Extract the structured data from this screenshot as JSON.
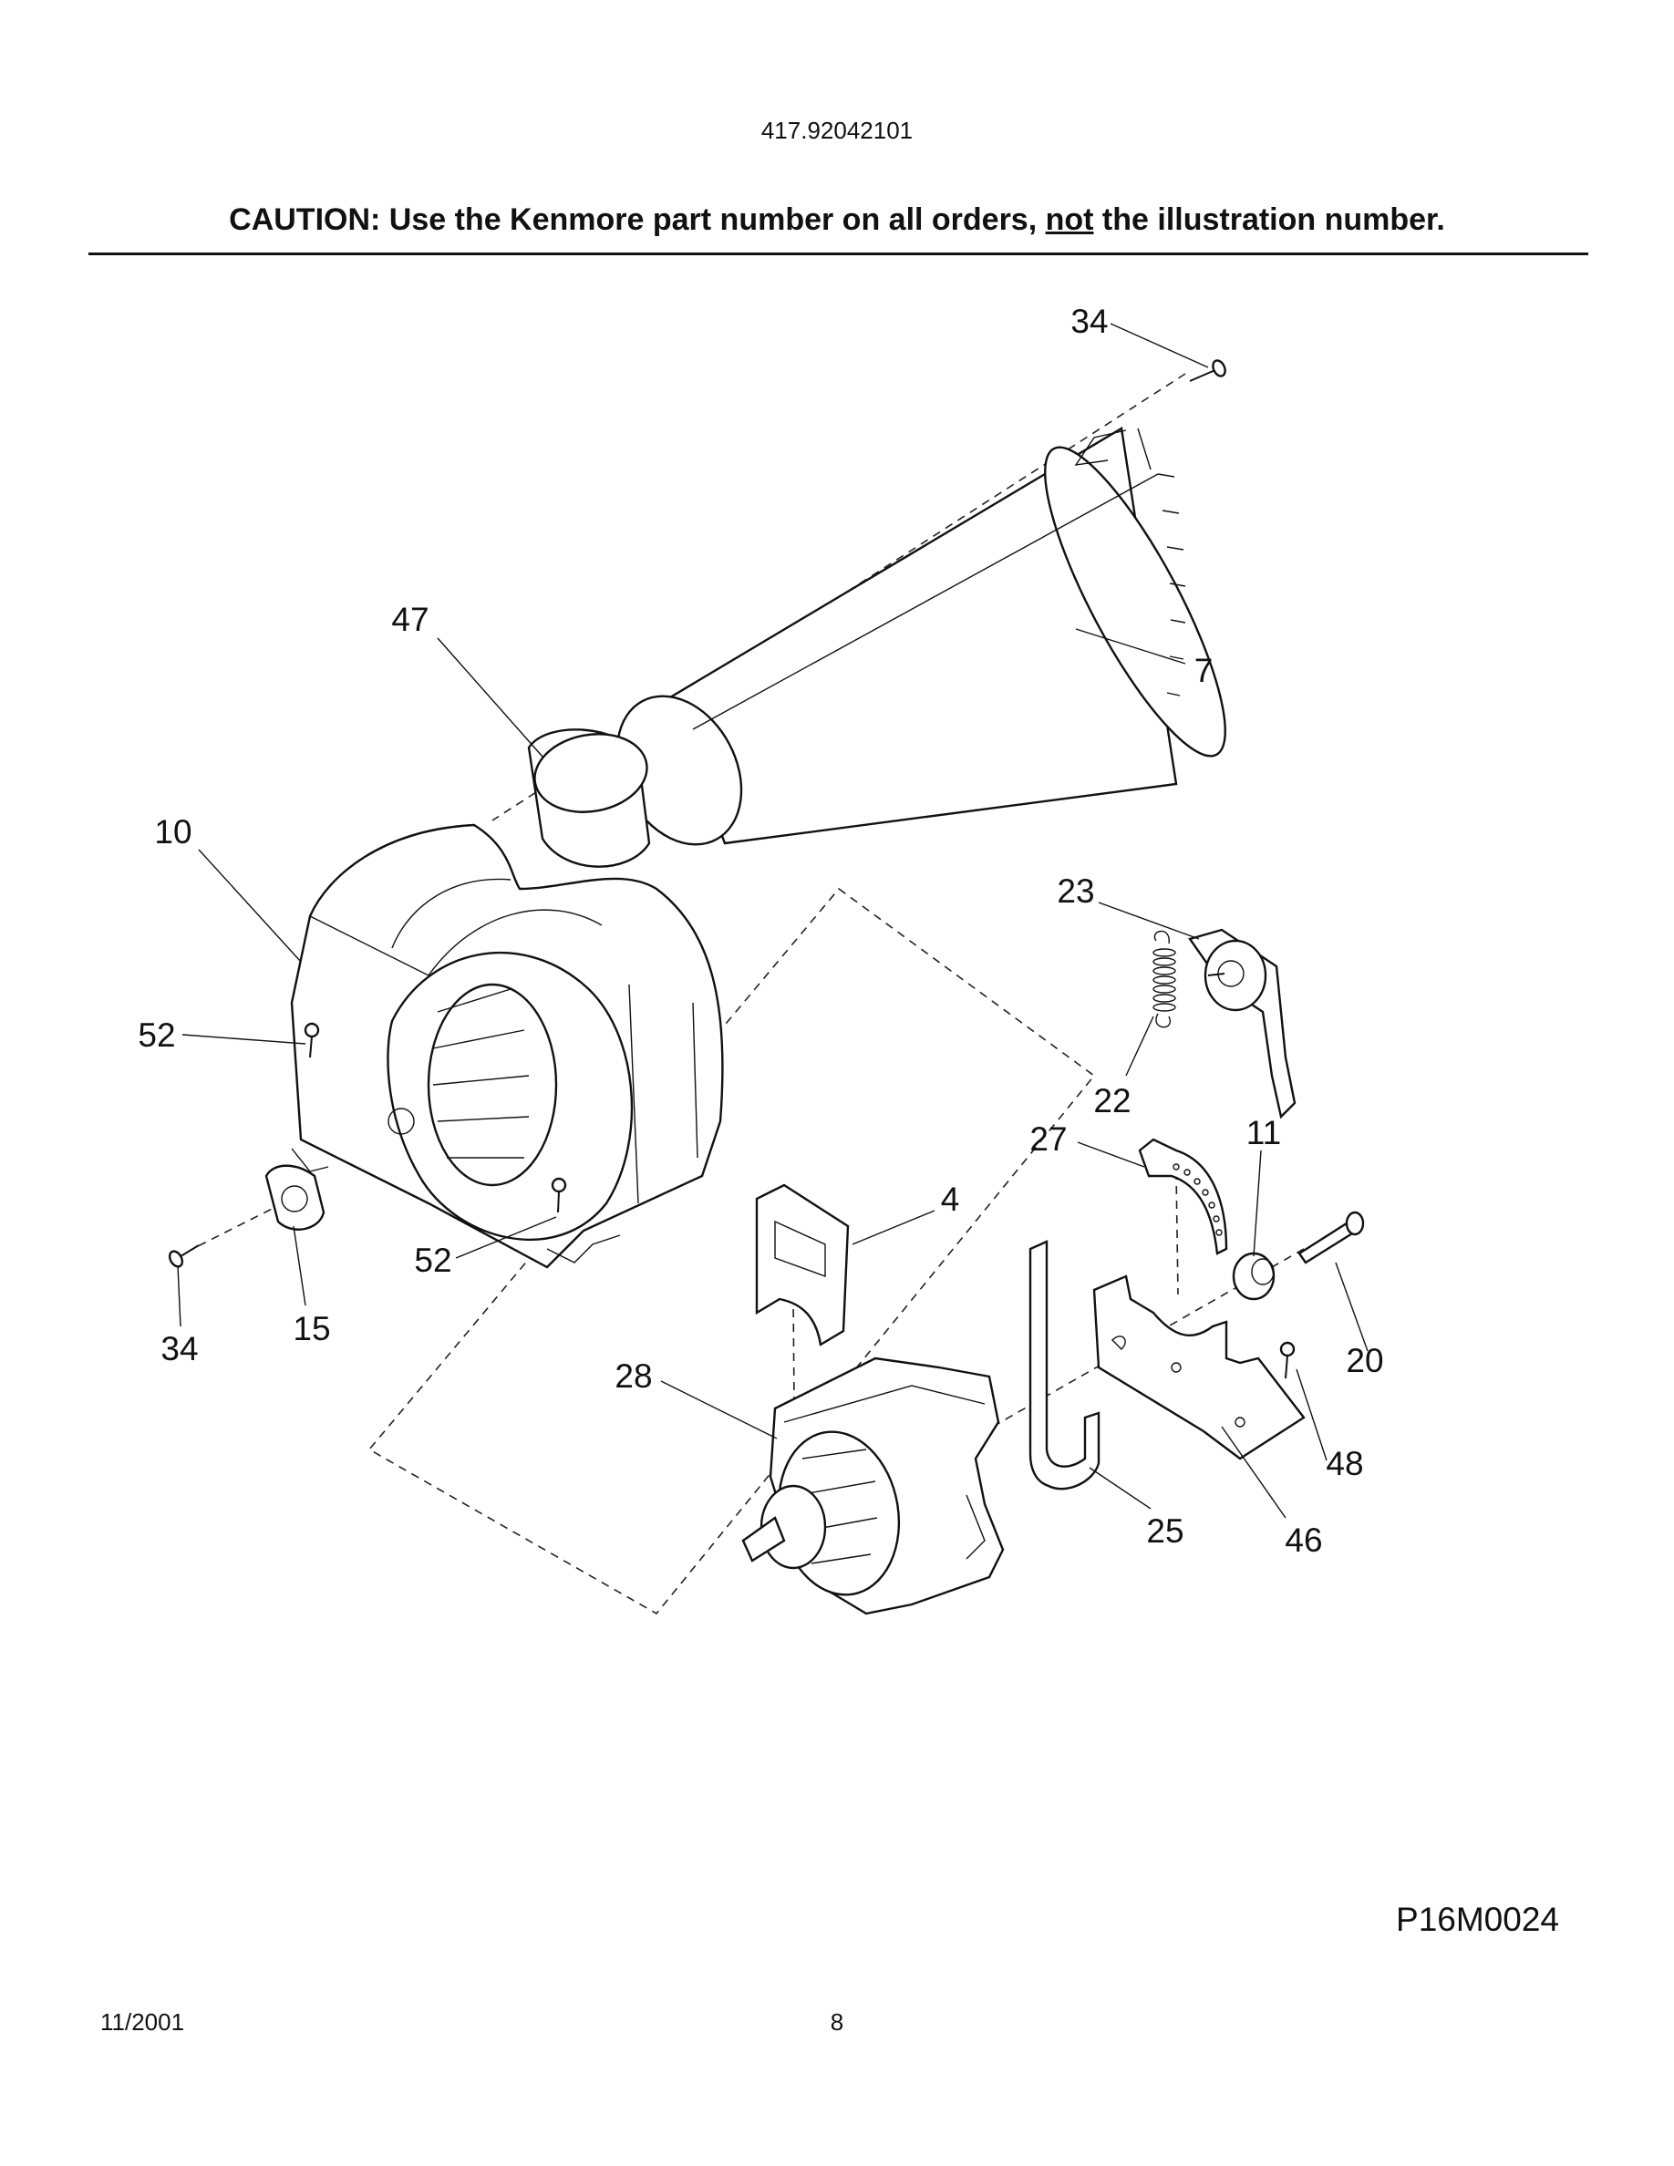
{
  "header": {
    "model_number": "417.92042101",
    "caution_prefix": "CAUTION: Use the Kenmore part number on all orders, ",
    "caution_emphasis": "not",
    "caution_suffix": " the illustration number."
  },
  "callouts": {
    "c34_top": "34",
    "c47": "47",
    "c7": "7",
    "c10": "10",
    "c23": "23",
    "c52_left": "52",
    "c22": "22",
    "c27": "27",
    "c11": "11",
    "c4": "4",
    "c52_bottom": "52",
    "c20": "20",
    "c34_bottom": "34",
    "c15": "15",
    "c28": "28",
    "c48": "48",
    "c25": "25",
    "c46": "46"
  },
  "footer": {
    "illustration_code": "P16M0024",
    "date": "11/2001",
    "page_number": "8"
  }
}
